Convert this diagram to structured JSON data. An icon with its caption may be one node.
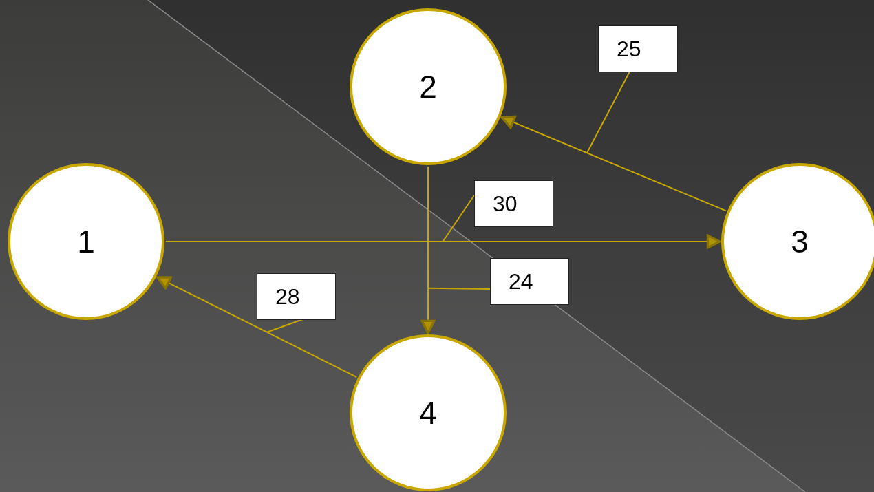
{
  "diagram": {
    "nodes": [
      {
        "text": [
          "1"
        ]
      },
      {
        "text": [
          "2"
        ]
      },
      {
        "text": [
          "3"
        ]
      },
      {
        "text": [
          "4"
        ]
      }
    ],
    "edges": [
      {
        "from": 2,
        "to": 1,
        "arrow": "to",
        "label": "25"
      },
      {
        "from": 0,
        "to": 2,
        "arrow": "to",
        "label": "30"
      },
      {
        "from": 1,
        "to": 3,
        "arrow": "to",
        "label": "24"
      },
      {
        "from": 3,
        "to": 0,
        "arrow": "to",
        "label": "28"
      }
    ]
  }
}
